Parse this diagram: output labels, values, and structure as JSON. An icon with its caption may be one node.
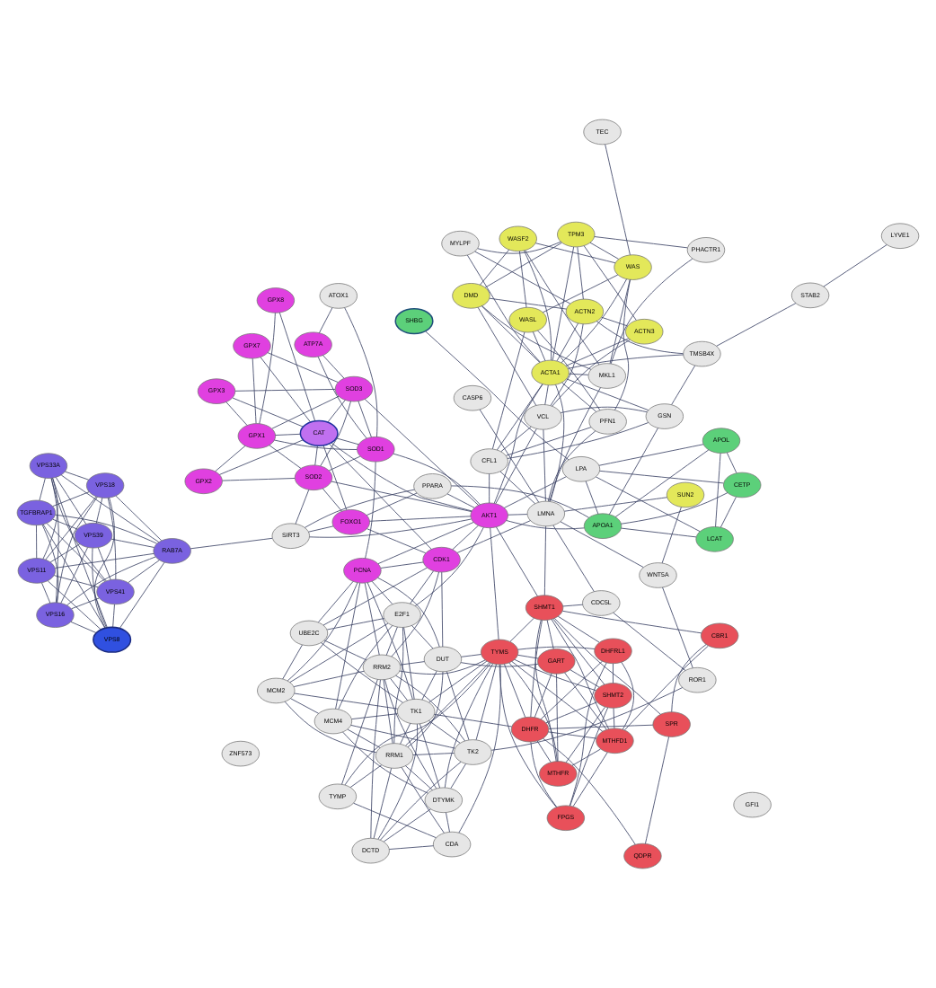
{
  "diagram": {
    "nodes": [
      {
        "text": [
          "QDPR"
        ]
      },
      {
        "text": [
          "FPGS"
        ]
      },
      {
        "text": [
          "CBR1"
        ]
      },
      {
        "text": [
          "MTHFD1"
        ]
      },
      {
        "text": [
          "DHFRL1"
        ]
      },
      {
        "text": [
          "CDC5L"
        ]
      },
      {
        "text": [
          "SHMT2"
        ]
      },
      {
        "text": [
          "TYMS"
        ]
      },
      {
        "text": [
          "SPR"
        ]
      },
      {
        "text": [
          "SHMT1"
        ]
      },
      {
        "text": [
          "DHFR"
        ]
      },
      {
        "text": [
          "MTHFR"
        ]
      },
      {
        "text": [
          "GART"
        ]
      },
      {
        "text": [
          "TK2"
        ]
      },
      {
        "text": [
          "DTYMK"
        ]
      },
      {
        "text": [
          "DCTD"
        ]
      },
      {
        "text": [
          "MCM4"
        ]
      },
      {
        "text": [
          "CDA"
        ]
      },
      {
        "text": [
          "TK1"
        ]
      },
      {
        "text": [
          "MCM2"
        ]
      },
      {
        "text": [
          "TYMP"
        ]
      },
      {
        "text": [
          "RRM1"
        ]
      },
      {
        "text": [
          "DUT"
        ]
      },
      {
        "text": [
          "E2F1"
        ]
      },
      {
        "text": [
          "UBE2C"
        ]
      },
      {
        "text": [
          "RRM2"
        ]
      },
      {
        "text": [
          "ROR1"
        ]
      },
      {
        "text": [
          "CASP6"
        ]
      },
      {
        "text": [
          "WNT5A"
        ]
      },
      {
        "text": [
          "LMNA"
        ]
      },
      {
        "text": [
          "TEC"
        ]
      },
      {
        "text": [
          "PHACTR1"
        ]
      },
      {
        "text": [
          "MKL1"
        ]
      },
      {
        "text": [
          "WASF2"
        ]
      },
      {
        "text": [
          "SUN2"
        ]
      },
      {
        "text": [
          "WAS"
        ]
      },
      {
        "text": [
          "WASL"
        ]
      },
      {
        "text": [
          "PFN1"
        ]
      },
      {
        "text": [
          "MYLPF"
        ]
      },
      {
        "text": [
          "TPM3"
        ]
      },
      {
        "text": [
          "DMD"
        ]
      },
      {
        "text": [
          "CFL1"
        ]
      },
      {
        "text": [
          "ACTA1"
        ]
      },
      {
        "text": [
          "ACTN2"
        ]
      },
      {
        "text": [
          "ACTN3"
        ]
      },
      {
        "text": [
          "GSN"
        ]
      },
      {
        "text": [
          "VCL"
        ]
      },
      {
        "text": [
          "TMSB4X"
        ]
      },
      {
        "text": [
          "LYVE1"
        ]
      },
      {
        "text": [
          "STAB2"
        ]
      },
      {
        "text": [
          "CDK1"
        ]
      },
      {
        "text": [
          "AKT1"
        ]
      },
      {
        "text": [
          "CAT"
        ]
      },
      {
        "text": [
          "SOD1"
        ]
      },
      {
        "text": [
          "PCNA"
        ]
      },
      {
        "text": [
          "PPARA"
        ]
      },
      {
        "text": [
          "FOXO1"
        ]
      },
      {
        "text": [
          "SOD3"
        ]
      },
      {
        "text": [
          "GPX8"
        ]
      },
      {
        "text": [
          "GPX7"
        ]
      },
      {
        "text": [
          "SIRT3"
        ]
      },
      {
        "text": [
          "SOD2"
        ]
      },
      {
        "text": [
          "GPX3"
        ]
      },
      {
        "text": [
          "ATP7A"
        ]
      },
      {
        "text": [
          "GPX1"
        ]
      },
      {
        "text": [
          "GPX2"
        ]
      },
      {
        "text": [
          "ATOX1"
        ]
      },
      {
        "text": [
          "APOA1"
        ]
      },
      {
        "text": [
          "CETP"
        ]
      },
      {
        "text": [
          "LPA"
        ]
      },
      {
        "text": [
          "LCAT"
        ]
      },
      {
        "text": [
          "APOL"
        ]
      },
      {
        "text": [
          "SHBG"
        ]
      },
      {
        "text": [
          "RAB7A"
        ]
      },
      {
        "text": [
          "VPS39"
        ]
      },
      {
        "text": [
          "VPS8"
        ]
      },
      {
        "text": [
          "VPS18"
        ]
      },
      {
        "text": [
          "VPS16"
        ]
      },
      {
        "text": [
          "TGFBRAP1"
        ]
      },
      {
        "text": [
          "VPS41"
        ]
      },
      {
        "text": [
          "VPS33A"
        ]
      },
      {
        "text": [
          "VPS11"
        ]
      },
      {
        "text": [
          "ZNF573"
        ]
      },
      {
        "text": [
          "GFI1"
        ]
      }
    ],
    "edges": [
      {
        "from": 26,
        "to": 28,
        "arrow": "none"
      },
      {
        "from": 26,
        "to": 5,
        "arrow": "none"
      },
      {
        "from": 26,
        "to": 13,
        "arrow": "none"
      },
      {
        "from": 27,
        "to": 29,
        "arrow": "none"
      },
      {
        "from": 28,
        "to": 34,
        "arrow": "none"
      },
      {
        "from": 28,
        "to": 29,
        "arrow": "none"
      },
      {
        "from": 31,
        "to": 32,
        "arrow": "none"
      },
      {
        "from": 31,
        "to": 39,
        "arrow": "none"
      },
      {
        "from": 30,
        "to": 35,
        "arrow": "none"
      },
      {
        "from": 32,
        "to": 33,
        "arrow": "none"
      },
      {
        "from": 32,
        "to": 35,
        "arrow": "none"
      },
      {
        "from": 32,
        "to": 42,
        "arrow": "none"
      },
      {
        "from": 32,
        "to": 40,
        "arrow": "none"
      },
      {
        "from": 32,
        "to": 29,
        "arrow": "none"
      },
      {
        "from": 29,
        "to": 34,
        "arrow": "none"
      },
      {
        "from": 29,
        "to": 37,
        "arrow": "none"
      },
      {
        "from": 29,
        "to": 51,
        "arrow": "none"
      },
      {
        "from": 29,
        "to": 5,
        "arrow": "none"
      },
      {
        "from": 29,
        "to": 42,
        "arrow": "none"
      },
      {
        "from": 29,
        "to": 41,
        "arrow": "none"
      },
      {
        "from": 29,
        "to": 46,
        "arrow": "none"
      },
      {
        "from": 29,
        "to": 9,
        "arrow": "none"
      },
      {
        "from": 29,
        "to": 50,
        "arrow": "none"
      },
      {
        "from": 33,
        "to": 35,
        "arrow": "none"
      },
      {
        "from": 33,
        "to": 36,
        "arrow": "none"
      },
      {
        "from": 33,
        "to": 42,
        "arrow": "none"
      },
      {
        "from": 33,
        "to": 40,
        "arrow": "none"
      },
      {
        "from": 35,
        "to": 36,
        "arrow": "none"
      },
      {
        "from": 35,
        "to": 42,
        "arrow": "none"
      },
      {
        "from": 35,
        "to": 39,
        "arrow": "none"
      },
      {
        "from": 35,
        "to": 37,
        "arrow": "none"
      },
      {
        "from": 36,
        "to": 37,
        "arrow": "none"
      },
      {
        "from": 36,
        "to": 42,
        "arrow": "none"
      },
      {
        "from": 36,
        "to": 41,
        "arrow": "none"
      },
      {
        "from": 37,
        "to": 42,
        "arrow": "none"
      },
      {
        "from": 37,
        "to": 41,
        "arrow": "none"
      },
      {
        "from": 41,
        "to": 42,
        "arrow": "none"
      },
      {
        "from": 41,
        "to": 46,
        "arrow": "none"
      },
      {
        "from": 41,
        "to": 45,
        "arrow": "none"
      },
      {
        "from": 39,
        "to": 42,
        "arrow": "none"
      },
      {
        "from": 39,
        "to": 43,
        "arrow": "none"
      },
      {
        "from": 39,
        "to": 44,
        "arrow": "none"
      },
      {
        "from": 39,
        "to": 38,
        "arrow": "none"
      },
      {
        "from": 39,
        "to": 40,
        "arrow": "none"
      },
      {
        "from": 38,
        "to": 42,
        "arrow": "none"
      },
      {
        "from": 38,
        "to": 43,
        "arrow": "none"
      },
      {
        "from": 40,
        "to": 42,
        "arrow": "none"
      },
      {
        "from": 40,
        "to": 43,
        "arrow": "none"
      },
      {
        "from": 40,
        "to": 46,
        "arrow": "none"
      },
      {
        "from": 42,
        "to": 43,
        "arrow": "none"
      },
      {
        "from": 42,
        "to": 44,
        "arrow": "none"
      },
      {
        "from": 42,
        "to": 45,
        "arrow": "none"
      },
      {
        "from": 42,
        "to": 46,
        "arrow": "none"
      },
      {
        "from": 43,
        "to": 44,
        "arrow": "none"
      },
      {
        "from": 43,
        "to": 46,
        "arrow": "none"
      },
      {
        "from": 44,
        "to": 46,
        "arrow": "none"
      },
      {
        "from": 43,
        "to": 47,
        "arrow": "none"
      },
      {
        "from": 45,
        "to": 46,
        "arrow": "none"
      },
      {
        "from": 45,
        "to": 47,
        "arrow": "none"
      },
      {
        "from": 45,
        "to": 67,
        "arrow": "none"
      },
      {
        "from": 42,
        "to": 47,
        "arrow": "none"
      },
      {
        "from": 47,
        "to": 49,
        "arrow": "none"
      },
      {
        "from": 49,
        "to": 48,
        "arrow": "none"
      },
      {
        "from": 46,
        "to": 51,
        "arrow": "none"
      },
      {
        "from": 42,
        "to": 51,
        "arrow": "none"
      },
      {
        "from": 41,
        "to": 51,
        "arrow": "none"
      },
      {
        "from": 67,
        "to": 68,
        "arrow": "none"
      },
      {
        "from": 67,
        "to": 70,
        "arrow": "none"
      },
      {
        "from": 67,
        "to": 69,
        "arrow": "none"
      },
      {
        "from": 67,
        "to": 71,
        "arrow": "none"
      },
      {
        "from": 68,
        "to": 70,
        "arrow": "none"
      },
      {
        "from": 68,
        "to": 69,
        "arrow": "none"
      },
      {
        "from": 68,
        "to": 71,
        "arrow": "none"
      },
      {
        "from": 70,
        "to": 71,
        "arrow": "none"
      },
      {
        "from": 70,
        "to": 69,
        "arrow": "none"
      },
      {
        "from": 69,
        "to": 71,
        "arrow": "none"
      },
      {
        "from": 72,
        "to": 69,
        "arrow": "none"
      },
      {
        "from": 67,
        "to": 55,
        "arrow": "none"
      },
      {
        "from": 67,
        "to": 51,
        "arrow": "none"
      },
      {
        "from": 69,
        "to": 51,
        "arrow": "none"
      },
      {
        "from": 51,
        "to": 52,
        "arrow": "none"
      },
      {
        "from": 51,
        "to": 53,
        "arrow": "none"
      },
      {
        "from": 51,
        "to": 50,
        "arrow": "none"
      },
      {
        "from": 51,
        "to": 56,
        "arrow": "none"
      },
      {
        "from": 51,
        "to": 61,
        "arrow": "none"
      },
      {
        "from": 51,
        "to": 55,
        "arrow": "none"
      },
      {
        "from": 51,
        "to": 60,
        "arrow": "none"
      },
      {
        "from": 51,
        "to": 57,
        "arrow": "none"
      },
      {
        "from": 52,
        "to": 53,
        "arrow": "none"
      },
      {
        "from": 52,
        "to": 61,
        "arrow": "none"
      },
      {
        "from": 52,
        "to": 57,
        "arrow": "none"
      },
      {
        "from": 52,
        "to": 56,
        "arrow": "none"
      },
      {
        "from": 52,
        "to": 64,
        "arrow": "none"
      },
      {
        "from": 52,
        "to": 65,
        "arrow": "none"
      },
      {
        "from": 52,
        "to": 62,
        "arrow": "none"
      },
      {
        "from": 52,
        "to": 59,
        "arrow": "none"
      },
      {
        "from": 52,
        "to": 58,
        "arrow": "none"
      },
      {
        "from": 53,
        "to": 61,
        "arrow": "none"
      },
      {
        "from": 53,
        "to": 57,
        "arrow": "none"
      },
      {
        "from": 53,
        "to": 54,
        "arrow": "none"
      },
      {
        "from": 53,
        "to": 64,
        "arrow": "none"
      },
      {
        "from": 53,
        "to": 63,
        "arrow": "none"
      },
      {
        "from": 53,
        "to": 66,
        "arrow": "none"
      },
      {
        "from": 61,
        "to": 57,
        "arrow": "none"
      },
      {
        "from": 61,
        "to": 56,
        "arrow": "none"
      },
      {
        "from": 61,
        "to": 60,
        "arrow": "none"
      },
      {
        "from": 61,
        "to": 64,
        "arrow": "none"
      },
      {
        "from": 61,
        "to": 65,
        "arrow": "none"
      },
      {
        "from": 57,
        "to": 62,
        "arrow": "none"
      },
      {
        "from": 57,
        "to": 64,
        "arrow": "none"
      },
      {
        "from": 57,
        "to": 63,
        "arrow": "none"
      },
      {
        "from": 57,
        "to": 59,
        "arrow": "none"
      },
      {
        "from": 64,
        "to": 65,
        "arrow": "none"
      },
      {
        "from": 64,
        "to": 62,
        "arrow": "none"
      },
      {
        "from": 63,
        "to": 66,
        "arrow": "none"
      },
      {
        "from": 50,
        "to": 54,
        "arrow": "none"
      },
      {
        "from": 50,
        "to": 56,
        "arrow": "none"
      },
      {
        "from": 50,
        "to": 52,
        "arrow": "none"
      },
      {
        "from": 56,
        "to": 60,
        "arrow": "none"
      },
      {
        "from": 56,
        "to": 55,
        "arrow": "none"
      },
      {
        "from": 55,
        "to": 60,
        "arrow": "none"
      },
      {
        "from": 60,
        "to": 73,
        "arrow": "none"
      },
      {
        "from": 50,
        "to": 23,
        "arrow": "none"
      },
      {
        "from": 50,
        "to": 24,
        "arrow": "none"
      },
      {
        "from": 50,
        "to": 25,
        "arrow": "none"
      },
      {
        "from": 50,
        "to": 22,
        "arrow": "none"
      },
      {
        "from": 54,
        "to": 23,
        "arrow": "none"
      },
      {
        "from": 54,
        "to": 25,
        "arrow": "none"
      },
      {
        "from": 54,
        "to": 19,
        "arrow": "none"
      },
      {
        "from": 54,
        "to": 22,
        "arrow": "none"
      },
      {
        "from": 54,
        "to": 18,
        "arrow": "none"
      },
      {
        "from": 54,
        "to": 24,
        "arrow": "none"
      },
      {
        "from": 51,
        "to": 23,
        "arrow": "none"
      },
      {
        "from": 51,
        "to": 54,
        "arrow": "none"
      },
      {
        "from": 58,
        "to": 64,
        "arrow": "none"
      },
      {
        "from": 59,
        "to": 64,
        "arrow": "none"
      },
      {
        "from": 0,
        "to": 10,
        "arrow": "none"
      },
      {
        "from": 0,
        "to": 8,
        "arrow": "none"
      },
      {
        "from": 1,
        "to": 4,
        "arrow": "none"
      },
      {
        "from": 1,
        "to": 3,
        "arrow": "none"
      },
      {
        "from": 1,
        "to": 10,
        "arrow": "none"
      },
      {
        "from": 1,
        "to": 7,
        "arrow": "none"
      },
      {
        "from": 1,
        "to": 6,
        "arrow": "none"
      },
      {
        "from": 2,
        "to": 8,
        "arrow": "none"
      },
      {
        "from": 2,
        "to": 9,
        "arrow": "none"
      },
      {
        "from": 2,
        "to": 3,
        "arrow": "none"
      },
      {
        "from": 3,
        "to": 6,
        "arrow": "none"
      },
      {
        "from": 3,
        "to": 9,
        "arrow": "none"
      },
      {
        "from": 3,
        "to": 10,
        "arrow": "none"
      },
      {
        "from": 3,
        "to": 7,
        "arrow": "none"
      },
      {
        "from": 3,
        "to": 11,
        "arrow": "none"
      },
      {
        "from": 3,
        "to": 12,
        "arrow": "none"
      },
      {
        "from": 3,
        "to": 4,
        "arrow": "none"
      },
      {
        "from": 4,
        "to": 7,
        "arrow": "none"
      },
      {
        "from": 4,
        "to": 6,
        "arrow": "none"
      },
      {
        "from": 4,
        "to": 10,
        "arrow": "none"
      },
      {
        "from": 4,
        "to": 9,
        "arrow": "none"
      },
      {
        "from": 6,
        "to": 7,
        "arrow": "none"
      },
      {
        "from": 6,
        "to": 9,
        "arrow": "none"
      },
      {
        "from": 6,
        "to": 10,
        "arrow": "none"
      },
      {
        "from": 6,
        "to": 11,
        "arrow": "none"
      },
      {
        "from": 6,
        "to": 12,
        "arrow": "none"
      },
      {
        "from": 7,
        "to": 10,
        "arrow": "none"
      },
      {
        "from": 7,
        "to": 9,
        "arrow": "none"
      },
      {
        "from": 7,
        "to": 11,
        "arrow": "none"
      },
      {
        "from": 7,
        "to": 12,
        "arrow": "none"
      },
      {
        "from": 7,
        "to": 18,
        "arrow": "none"
      },
      {
        "from": 7,
        "to": 22,
        "arrow": "none"
      },
      {
        "from": 7,
        "to": 21,
        "arrow": "none"
      },
      {
        "from": 7,
        "to": 14,
        "arrow": "none"
      },
      {
        "from": 7,
        "to": 13,
        "arrow": "none"
      },
      {
        "from": 7,
        "to": 25,
        "arrow": "none"
      },
      {
        "from": 7,
        "to": 17,
        "arrow": "none"
      },
      {
        "from": 7,
        "to": 20,
        "arrow": "none"
      },
      {
        "from": 8,
        "to": 9,
        "arrow": "none"
      },
      {
        "from": 8,
        "to": 10,
        "arrow": "none"
      },
      {
        "from": 9,
        "to": 10,
        "arrow": "none"
      },
      {
        "from": 9,
        "to": 11,
        "arrow": "none"
      },
      {
        "from": 9,
        "to": 12,
        "arrow": "none"
      },
      {
        "from": 10,
        "to": 11,
        "arrow": "none"
      },
      {
        "from": 10,
        "to": 12,
        "arrow": "none"
      },
      {
        "from": 10,
        "to": 18,
        "arrow": "none"
      },
      {
        "from": 11,
        "to": 12,
        "arrow": "none"
      },
      {
        "from": 12,
        "to": 22,
        "arrow": "none"
      },
      {
        "from": 5,
        "to": 9,
        "arrow": "none"
      },
      {
        "from": 9,
        "to": 51,
        "arrow": "none"
      },
      {
        "from": 7,
        "to": 51,
        "arrow": "none"
      },
      {
        "from": 13,
        "to": 14,
        "arrow": "none"
      },
      {
        "from": 13,
        "to": 18,
        "arrow": "none"
      },
      {
        "from": 13,
        "to": 15,
        "arrow": "none"
      },
      {
        "from": 13,
        "to": 16,
        "arrow": "none"
      },
      {
        "from": 13,
        "to": 21,
        "arrow": "none"
      },
      {
        "from": 13,
        "to": 25,
        "arrow": "none"
      },
      {
        "from": 13,
        "to": 22,
        "arrow": "none"
      },
      {
        "from": 14,
        "to": 15,
        "arrow": "none"
      },
      {
        "from": 14,
        "to": 18,
        "arrow": "none"
      },
      {
        "from": 14,
        "to": 16,
        "arrow": "none"
      },
      {
        "from": 14,
        "to": 21,
        "arrow": "none"
      },
      {
        "from": 14,
        "to": 25,
        "arrow": "none"
      },
      {
        "from": 14,
        "to": 17,
        "arrow": "none"
      },
      {
        "from": 15,
        "to": 17,
        "arrow": "none"
      },
      {
        "from": 15,
        "to": 18,
        "arrow": "none"
      },
      {
        "from": 15,
        "to": 21,
        "arrow": "none"
      },
      {
        "from": 15,
        "to": 25,
        "arrow": "none"
      },
      {
        "from": 16,
        "to": 19,
        "arrow": "none"
      },
      {
        "from": 16,
        "to": 18,
        "arrow": "none"
      },
      {
        "from": 16,
        "to": 21,
        "arrow": "none"
      },
      {
        "from": 16,
        "to": 23,
        "arrow": "none"
      },
      {
        "from": 16,
        "to": 54,
        "arrow": "none"
      },
      {
        "from": 18,
        "to": 19,
        "arrow": "none"
      },
      {
        "from": 18,
        "to": 21,
        "arrow": "none"
      },
      {
        "from": 18,
        "to": 25,
        "arrow": "none"
      },
      {
        "from": 18,
        "to": 22,
        "arrow": "none"
      },
      {
        "from": 18,
        "to": 23,
        "arrow": "none"
      },
      {
        "from": 18,
        "to": 24,
        "arrow": "none"
      },
      {
        "from": 19,
        "to": 21,
        "arrow": "none"
      },
      {
        "from": 19,
        "to": 23,
        "arrow": "none"
      },
      {
        "from": 19,
        "to": 25,
        "arrow": "none"
      },
      {
        "from": 19,
        "to": 24,
        "arrow": "none"
      },
      {
        "from": 17,
        "to": 20,
        "arrow": "none"
      },
      {
        "from": 17,
        "to": 21,
        "arrow": "none"
      },
      {
        "from": 20,
        "to": 21,
        "arrow": "none"
      },
      {
        "from": 20,
        "to": 25,
        "arrow": "none"
      },
      {
        "from": 21,
        "to": 25,
        "arrow": "none"
      },
      {
        "from": 21,
        "to": 23,
        "arrow": "none"
      },
      {
        "from": 21,
        "to": 22,
        "arrow": "none"
      },
      {
        "from": 22,
        "to": 23,
        "arrow": "none"
      },
      {
        "from": 23,
        "to": 24,
        "arrow": "none"
      },
      {
        "from": 23,
        "to": 25,
        "arrow": "none"
      },
      {
        "from": 24,
        "to": 25,
        "arrow": "none"
      },
      {
        "from": 22,
        "to": 25,
        "arrow": "none"
      },
      {
        "from": 73,
        "to": 74,
        "arrow": "none"
      },
      {
        "from": 73,
        "to": 75,
        "arrow": "none"
      },
      {
        "from": 73,
        "to": 76,
        "arrow": "none"
      },
      {
        "from": 73,
        "to": 77,
        "arrow": "none"
      },
      {
        "from": 73,
        "to": 78,
        "arrow": "none"
      },
      {
        "from": 73,
        "to": 79,
        "arrow": "none"
      },
      {
        "from": 73,
        "to": 80,
        "arrow": "none"
      },
      {
        "from": 73,
        "to": 81,
        "arrow": "none"
      },
      {
        "from": 74,
        "to": 75,
        "arrow": "none"
      },
      {
        "from": 74,
        "to": 76,
        "arrow": "none"
      },
      {
        "from": 74,
        "to": 77,
        "arrow": "none"
      },
      {
        "from": 74,
        "to": 78,
        "arrow": "none"
      },
      {
        "from": 74,
        "to": 79,
        "arrow": "none"
      },
      {
        "from": 74,
        "to": 80,
        "arrow": "none"
      },
      {
        "from": 74,
        "to": 81,
        "arrow": "none"
      },
      {
        "from": 75,
        "to": 76,
        "arrow": "none"
      },
      {
        "from": 75,
        "to": 77,
        "arrow": "none"
      },
      {
        "from": 75,
        "to": 78,
        "arrow": "none"
      },
      {
        "from": 75,
        "to": 79,
        "arrow": "none"
      },
      {
        "from": 75,
        "to": 80,
        "arrow": "none"
      },
      {
        "from": 75,
        "to": 81,
        "arrow": "none"
      },
      {
        "from": 76,
        "to": 77,
        "arrow": "none"
      },
      {
        "from": 76,
        "to": 78,
        "arrow": "none"
      },
      {
        "from": 76,
        "to": 79,
        "arrow": "none"
      },
      {
        "from": 76,
        "to": 80,
        "arrow": "none"
      },
      {
        "from": 76,
        "to": 81,
        "arrow": "none"
      },
      {
        "from": 77,
        "to": 78,
        "arrow": "none"
      },
      {
        "from": 77,
        "to": 79,
        "arrow": "none"
      },
      {
        "from": 77,
        "to": 80,
        "arrow": "none"
      },
      {
        "from": 77,
        "to": 81,
        "arrow": "none"
      },
      {
        "from": 78,
        "to": 79,
        "arrow": "none"
      },
      {
        "from": 78,
        "to": 80,
        "arrow": "none"
      },
      {
        "from": 78,
        "to": 81,
        "arrow": "none"
      },
      {
        "from": 79,
        "to": 80,
        "arrow": "none"
      },
      {
        "from": 79,
        "to": 81,
        "arrow": "none"
      },
      {
        "from": 80,
        "to": 81,
        "arrow": "none"
      }
    ]
  }
}
